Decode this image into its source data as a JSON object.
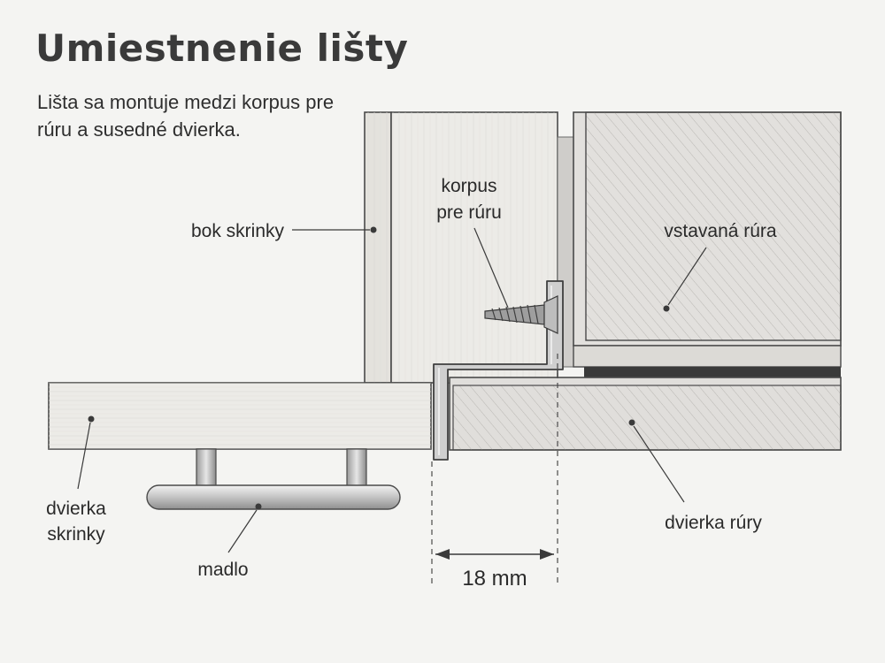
{
  "title": "Umiestnenie lišty",
  "subtitle": "Lišta sa montuje medzi korpus pre rúru a susedné dvierka.",
  "labels": {
    "cabinet_side": "bok skrinky",
    "oven_carcass": [
      "korpus",
      "pre rúru"
    ],
    "built_in_oven": "vstavaná rúra",
    "cabinet_door": [
      "dvierka",
      "skrinky"
    ],
    "handle": "madlo",
    "oven_door": "dvierka rúry",
    "gap": "18 mm"
  },
  "colors": {
    "line": "#4a4a4a",
    "wood": "#e9e7e2",
    "wood_dark": "#d9d7d2",
    "oven_body": "#d4d2cf",
    "oven_door": "#d8d6d3",
    "metal": "#c9c9c9",
    "gasket": "#3a3a3a"
  }
}
